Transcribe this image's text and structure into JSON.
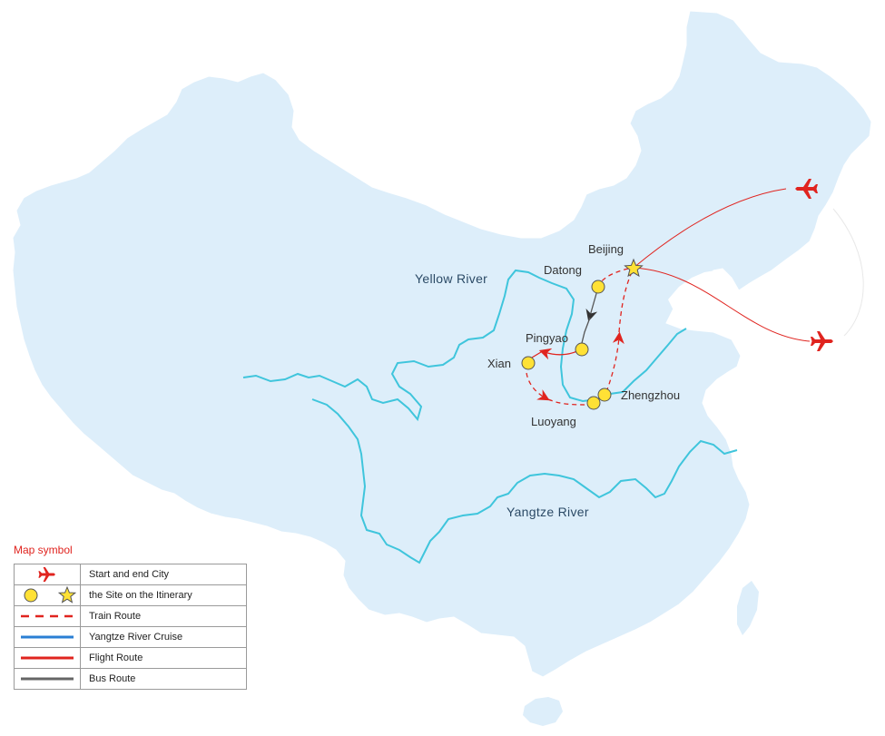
{
  "cities": [
    {
      "id": "beijing",
      "name": "Beijing"
    },
    {
      "id": "datong",
      "name": "Datong"
    },
    {
      "id": "pingyao",
      "name": "Pingyao"
    },
    {
      "id": "xian",
      "name": "Xian"
    },
    {
      "id": "luoyang",
      "name": "Luoyang"
    },
    {
      "id": "zhengzhou",
      "name": "Zhengzhou"
    }
  ],
  "rivers": {
    "yellow": "Yellow River",
    "yangtze": "Yangtze River"
  },
  "legend": {
    "title": "Map symbol",
    "items": [
      {
        "icon": "plane-icon",
        "label": "Start and end City"
      },
      {
        "icon": "site-circle-and-star-icon",
        "label": "the Site on the Itinerary"
      },
      {
        "icon": "dashed-red-line",
        "label": "Train Route"
      },
      {
        "icon": "solid-blue-line",
        "label": "Yangtze River Cruise"
      },
      {
        "icon": "solid-red-line",
        "label": "Flight Route"
      },
      {
        "icon": "solid-gray-line",
        "label": "Bus Route"
      }
    ]
  },
  "colors": {
    "land": "#ddeefa",
    "river": "#3fc5dc",
    "train": "#e0241f",
    "flight": "#e0241f",
    "bus": "#555555",
    "cruise": "#2a7fd4",
    "site": "#ffe135",
    "legend_title": "#e0241f"
  }
}
